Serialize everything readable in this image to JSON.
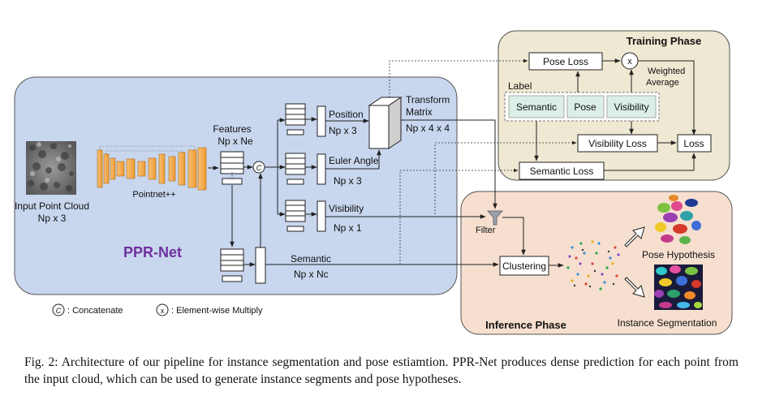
{
  "labels": {
    "input_cloud": "Input Point Cloud",
    "input_dim": "Np x 3",
    "pointnet": "Pointnet++",
    "features": "Features",
    "features_dim": "Np x Ne",
    "concat_symbol": "C",
    "mult_symbol": "x",
    "position": "Position",
    "position_dim": "Np x 3",
    "euler": "Euler Angle",
    "euler_dim": "Np x 3",
    "visibility": "Visibility",
    "visibility_dim": "Np x 1",
    "semantic": "Semantic",
    "semantic_dim": "Np x Nc",
    "transform": "Transform",
    "matrix": "Matrix",
    "matrix_dim": "Np x 4 x 4",
    "pprnet": "PPR-Net",
    "filter": "Filter",
    "clustering": "Clustering",
    "pose_hypothesis": "Pose Hypothesis",
    "instance_segmentation": "Instance Segmentation",
    "legend_concat": ": Concatenate",
    "legend_mult": ": Element-wise Multiply"
  },
  "training": {
    "title": "Training Phase",
    "pose_loss": "Pose Loss",
    "weighted": "Weighted",
    "average": "Average",
    "label": "Label",
    "label_semantic": "Semantic",
    "label_pose": "Pose",
    "label_visibility": "Visibility",
    "visibility_loss": "Visibility Loss",
    "loss": "Loss",
    "semantic_loss": "Semantic Loss"
  },
  "inference": {
    "title": "Inference Phase"
  },
  "colors": {
    "ppr_bg": "#c8d6ee",
    "training_bg": "#efe8d2",
    "inference_bg": "#f6dfcf",
    "label_box": "#dcefe6",
    "net_orange": "#f2a542",
    "ppr_title": "#7030a0"
  },
  "caption": "Fig. 2: Architecture of our pipeline for instance segmentation and pose estiamtion. PPR-Net produces dense prediction for each point from the input cloud, which can be used to generate instance segments and pose hypotheses."
}
